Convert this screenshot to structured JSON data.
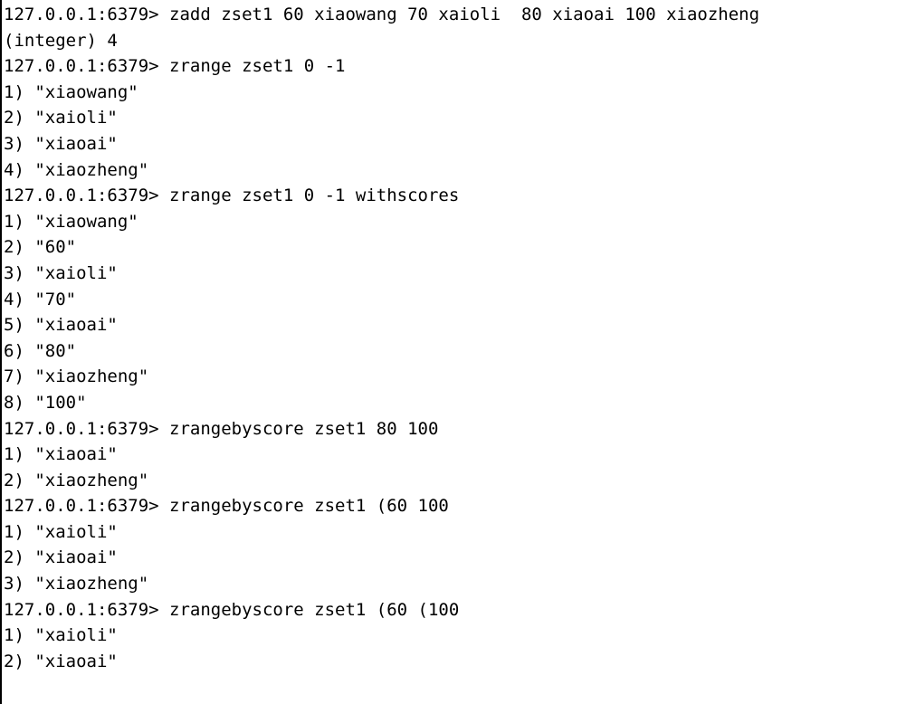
{
  "terminal": {
    "lines": [
      "127.0.0.1:6379> zadd zset1 60 xiaowang 70 xaioli  80 xiaoai 100 xiaozheng",
      "(integer) 4",
      "127.0.0.1:6379> zrange zset1 0 -1",
      "1) \"xiaowang\"",
      "2) \"xaioli\"",
      "3) \"xiaoai\"",
      "4) \"xiaozheng\"",
      "127.0.0.1:6379> zrange zset1 0 -1 withscores",
      "1) \"xiaowang\"",
      "2) \"60\"",
      "3) \"xaioli\"",
      "4) \"70\"",
      "5) \"xiaoai\"",
      "6) \"80\"",
      "7) \"xiaozheng\"",
      "8) \"100\"",
      "127.0.0.1:6379> zrangebyscore zset1 80 100",
      "1) \"xiaoai\"",
      "2) \"xiaozheng\"",
      "127.0.0.1:6379> zrangebyscore zset1 (60 100",
      "1) \"xaioli\"",
      "2) \"xiaoai\"",
      "3) \"xiaozheng\"",
      "127.0.0.1:6379> zrangebyscore zset1 (60 (100",
      "1) \"xaioli\"",
      "2) \"xiaoai\""
    ]
  }
}
